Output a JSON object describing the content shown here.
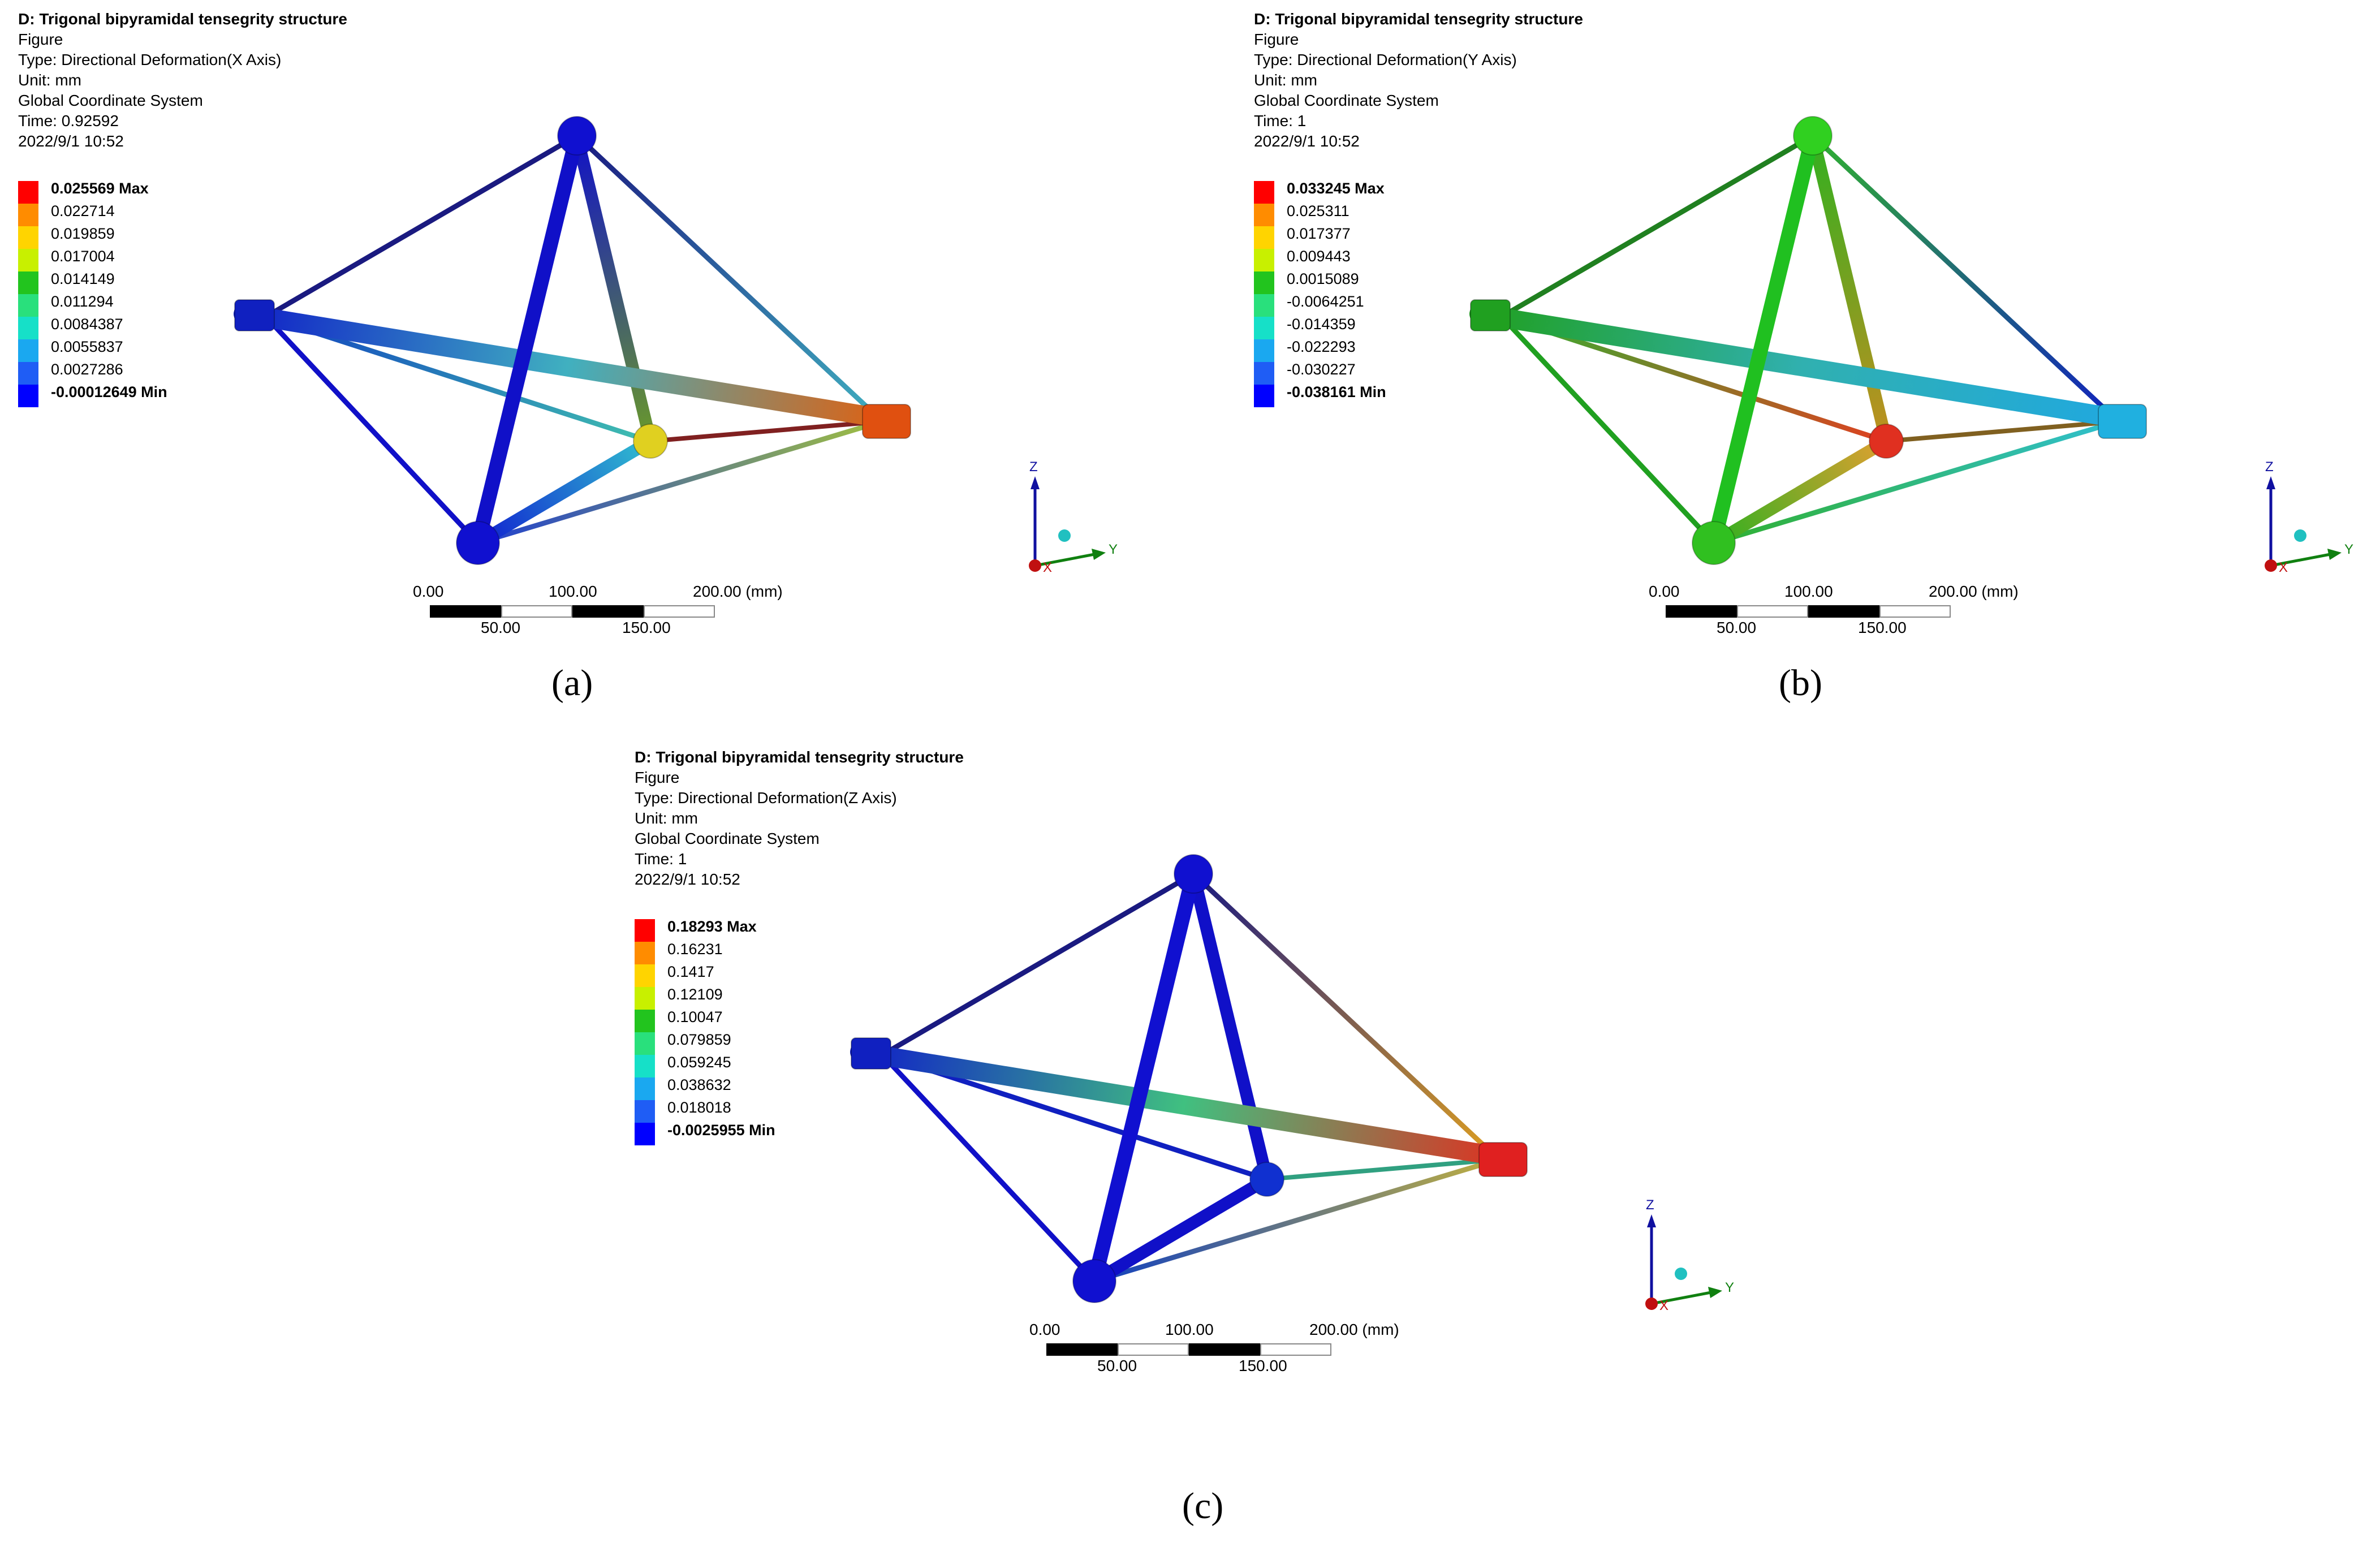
{
  "panels": {
    "a": {
      "header": [
        "D: Trigonal bipyramidal tensegrity structure",
        "Figure",
        "Type: Directional Deformation(X Axis)",
        "Unit: mm",
        "Global Coordinate System",
        "Time: 0.92592",
        "2022/9/1 10:52"
      ],
      "legend": [
        "0.025569 Max",
        "0.022714",
        "0.019859",
        "0.017004",
        "0.014149",
        "0.011294",
        "0.0084387",
        "0.0055837",
        "0.0027286",
        "-0.00012649 Min"
      ],
      "caption": "(a)"
    },
    "b": {
      "header": [
        "D: Trigonal bipyramidal tensegrity structure",
        "Figure",
        "Type: Directional Deformation(Y Axis)",
        "Unit: mm",
        "Global Coordinate System",
        "Time: 1",
        "2022/9/1 10:52"
      ],
      "legend": [
        "0.033245 Max",
        "0.025311",
        "0.017377",
        "0.009443",
        "0.0015089",
        "-0.0064251",
        "-0.014359",
        "-0.022293",
        "-0.030227",
        "-0.038161 Min"
      ],
      "caption": "(b)"
    },
    "c": {
      "header": [
        "D: Trigonal bipyramidal tensegrity structure",
        "Figure",
        "Type: Directional Deformation(Z Axis)",
        "Unit: mm",
        "Global Coordinate System",
        "Time: 1",
        "2022/9/1 10:52"
      ],
      "legend": [
        "0.18293 Max",
        "0.16231",
        "0.1417",
        "0.12109",
        "0.10047",
        "0.079859",
        "0.059245",
        "0.038632",
        "0.018018",
        "-0.0025955 Min"
      ],
      "caption": "(c)"
    }
  },
  "scale_bar": {
    "top_ticks": [
      "0.00",
      "100.00",
      "200.00 (mm)"
    ],
    "bottom_ticks": [
      "50.00",
      "150.00"
    ]
  },
  "triad": {
    "z": "Z",
    "y": "Y",
    "x": "X"
  },
  "legend_colors": [
    "#ff0000",
    "#ff8c00",
    "#ffd400",
    "#c8f000",
    "#22c41e",
    "#29e07c",
    "#16e0c8",
    "#1aa8f0",
    "#1f5df5",
    "#0000ff"
  ],
  "model_colors": {
    "a": {
      "strut_top_bl": "#1010c8",
      "strut_top_mid": [
        "#1010c8",
        "#6a9a2a"
      ],
      "bar_left_right": [
        "#1020c8",
        "#40b0c0",
        "#e06010"
      ],
      "strut_bl_mid": [
        "#1020d0",
        "#30c0d0"
      ],
      "tendon_tl": "#1a1a80",
      "tendon_tr": [
        "#1a1a80",
        "#40b0c0"
      ],
      "tendon_lm": [
        "#1040c0",
        "#40c0b0"
      ],
      "tendon_bl": [
        "#1010c8",
        "#1010c8"
      ],
      "tendon_br": [
        "#2040d0",
        "#a0c040"
      ],
      "tendon_mr": "#802020",
      "node_top": "#1010d0",
      "node_bl": "#1010d0",
      "node_left": "#1020c0",
      "node_mid": "#e0d020",
      "node_right": "#e05010"
    },
    "b": {
      "strut_top_bl": "#20c020",
      "strut_top_mid": [
        "#30b020",
        "#c09020"
      ],
      "bar_left_right": [
        "#20a020",
        "#30b0b0",
        "#20a8e0"
      ],
      "strut_bl_mid": [
        "#30b020",
        "#e0a030"
      ],
      "tendon_tl": "#208020",
      "tendon_tr": [
        "#30b030",
        "#1020c0"
      ],
      "tendon_lm": [
        "#30b030",
        "#e04020"
      ],
      "tendon_bl": [
        "#20a020",
        "#20a020"
      ],
      "tendon_br": [
        "#30b030",
        "#30c0d0"
      ],
      "tendon_mr": "#806020",
      "node_top": "#30d020",
      "node_bl": "#30c020",
      "node_left": "#20a020",
      "node_mid": "#e03020",
      "node_right": "#20b0e0"
    },
    "c": {
      "strut_top_bl": "#1010d0",
      "strut_top_mid": [
        "#1010c8",
        "#1010c8"
      ],
      "bar_left_right": [
        "#1020c8",
        "#40c080",
        "#e03020"
      ],
      "strut_bl_mid": [
        "#1010c8",
        "#1010c8"
      ],
      "tendon_tl": "#1a1a80",
      "tendon_tr": [
        "#1a1a80",
        "#e0a020"
      ],
      "tendon_lm": [
        "#1020c0",
        "#1020c0"
      ],
      "tendon_bl": [
        "#1010c8",
        "#1010c8"
      ],
      "tendon_br": [
        "#1040c0",
        "#c0b040"
      ],
      "tendon_mr": "#30a080",
      "node_top": "#1010d0",
      "node_bl": "#1010d0",
      "node_left": "#1020c0",
      "node_mid": "#1030d0",
      "node_right": "#e02020"
    }
  }
}
